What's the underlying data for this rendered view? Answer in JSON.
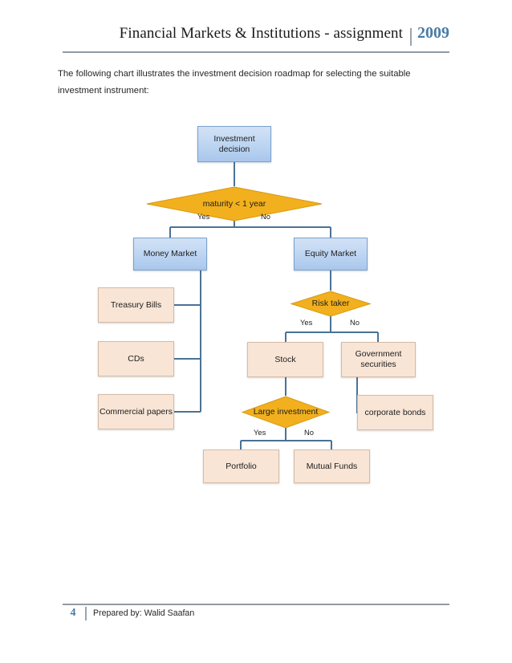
{
  "header": {
    "title": "Financial Markets & Institutions - assignment",
    "year": "2009",
    "divider_color": "#9aa4ad",
    "year_color": "#4a7ba6"
  },
  "intro": {
    "text": "The following chart illustrates the investment decision roadmap for selecting the suitable investment instrument:"
  },
  "chart_data": {
    "type": "diagram",
    "title": "Investment decision roadmap",
    "palette": {
      "process_fill": "#c2d8f2",
      "process_border": "#7ba2cd",
      "data_fill": "#f8e5d6",
      "data_border": "#d6bba6",
      "decision_fill": "#f2b01e",
      "decision_border": "#d69a12",
      "connector": "#4a7296"
    },
    "nodes": [
      {
        "id": "investment-decision",
        "label": "Investment decision",
        "shape": "process"
      },
      {
        "id": "maturity",
        "label": "maturity < 1 year",
        "shape": "decision"
      },
      {
        "id": "money-market",
        "label": "Money Market",
        "shape": "process"
      },
      {
        "id": "equity-market",
        "label": "Equity Market",
        "shape": "process"
      },
      {
        "id": "treasury-bills",
        "label": "Treasury Bills",
        "shape": "data"
      },
      {
        "id": "cds",
        "label": "CDs",
        "shape": "data"
      },
      {
        "id": "commercial-papers",
        "label": "Commercial papers",
        "shape": "data"
      },
      {
        "id": "risk-taker",
        "label": "Risk taker",
        "shape": "decision"
      },
      {
        "id": "stock",
        "label": "Stock",
        "shape": "data"
      },
      {
        "id": "government-securities",
        "label": "Government securities",
        "shape": "data"
      },
      {
        "id": "corporate-bonds",
        "label": "corporate bonds",
        "shape": "data"
      },
      {
        "id": "large-investment",
        "label": "Large investment",
        "shape": "decision"
      },
      {
        "id": "portfolio",
        "label": "Portfolio",
        "shape": "data"
      },
      {
        "id": "mutual-funds",
        "label": "Mutual Funds",
        "shape": "data"
      }
    ],
    "edges": [
      {
        "from": "investment-decision",
        "to": "maturity",
        "label": ""
      },
      {
        "from": "maturity",
        "to": "money-market",
        "label": "Yes"
      },
      {
        "from": "maturity",
        "to": "equity-market",
        "label": "No"
      },
      {
        "from": "money-market",
        "to": "treasury-bills",
        "label": ""
      },
      {
        "from": "money-market",
        "to": "cds",
        "label": ""
      },
      {
        "from": "money-market",
        "to": "commercial-papers",
        "label": ""
      },
      {
        "from": "equity-market",
        "to": "risk-taker",
        "label": ""
      },
      {
        "from": "risk-taker",
        "to": "stock",
        "label": "Yes"
      },
      {
        "from": "risk-taker",
        "to": "government-securities",
        "label": "No"
      },
      {
        "from": "government-securities",
        "to": "corporate-bonds",
        "label": ""
      },
      {
        "from": "stock",
        "to": "large-investment",
        "label": ""
      },
      {
        "from": "large-investment",
        "to": "portfolio",
        "label": "Yes"
      },
      {
        "from": "large-investment",
        "to": "mutual-funds",
        "label": "No"
      }
    ],
    "edge_labels": {
      "maturity_yes": "Yes",
      "maturity_no": "No",
      "risk_yes": "Yes",
      "risk_no": "No",
      "large_yes": "Yes",
      "large_no": "No"
    }
  },
  "footer": {
    "page": "4",
    "prepared_by": "Prepared by: Walid Saafan"
  }
}
